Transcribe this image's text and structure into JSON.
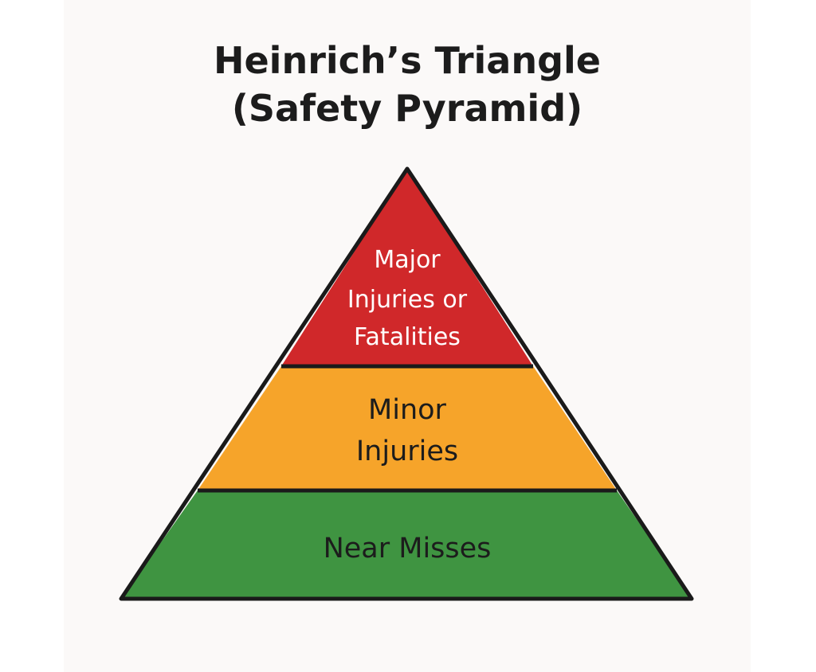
{
  "title": {
    "line1": "Heinrich’s Triangle",
    "line2": "(Safety Pyramid)"
  },
  "pyramid": {
    "levels": [
      {
        "id": "top",
        "lines": [
          "Major",
          "Injuries or",
          "Fatalities"
        ],
        "fill": "#d0282a",
        "text_color": "#ffffff"
      },
      {
        "id": "middle",
        "lines": [
          "Minor",
          "Injuries"
        ],
        "fill": "#f6a42a",
        "text_color": "#1c1c1c"
      },
      {
        "id": "bottom",
        "lines": [
          "Near Misses"
        ],
        "fill": "#3f9441",
        "text_color": "#1c1c1c"
      }
    ],
    "outline_color": "#1a1a1a"
  }
}
